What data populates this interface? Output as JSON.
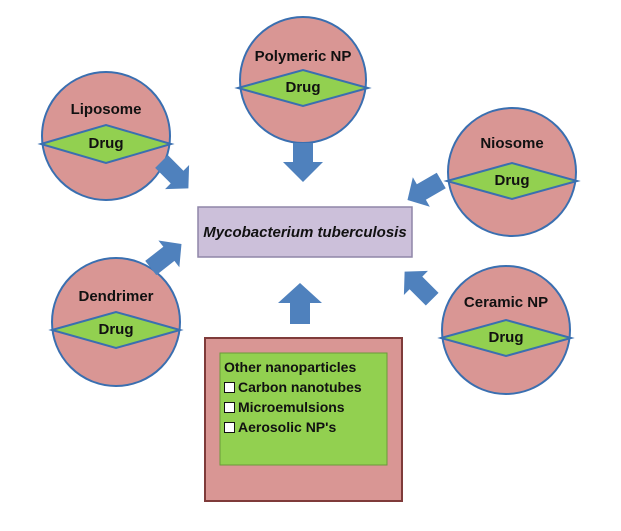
{
  "center": {
    "label": "Mycobacterium tuberculosis"
  },
  "drug_label": "Drug",
  "carriers": {
    "polymeric": "Polymeric NP",
    "liposome": "Liposome",
    "niosome": "Niosome",
    "dendrimer": "Dendrimer",
    "ceramic": "Ceramic NP"
  },
  "other": {
    "title": "Other nanoparticles",
    "items": [
      "Carbon nanotubes",
      "Microemulsions",
      "Aerosolic NP's"
    ]
  },
  "colors": {
    "circle_fill": "#d99694",
    "circle_stroke": "#3a6fb0",
    "diamond_fill": "#92d050",
    "diamond_stroke": "#3a6fb0",
    "center_fill": "#ccc0da",
    "center_stroke": "#8f86a8",
    "arrow_fill": "#4f81bd",
    "outer_box_fill": "#d99694",
    "outer_box_stroke": "#7f3b3a",
    "inner_box_fill": "#92d050"
  }
}
